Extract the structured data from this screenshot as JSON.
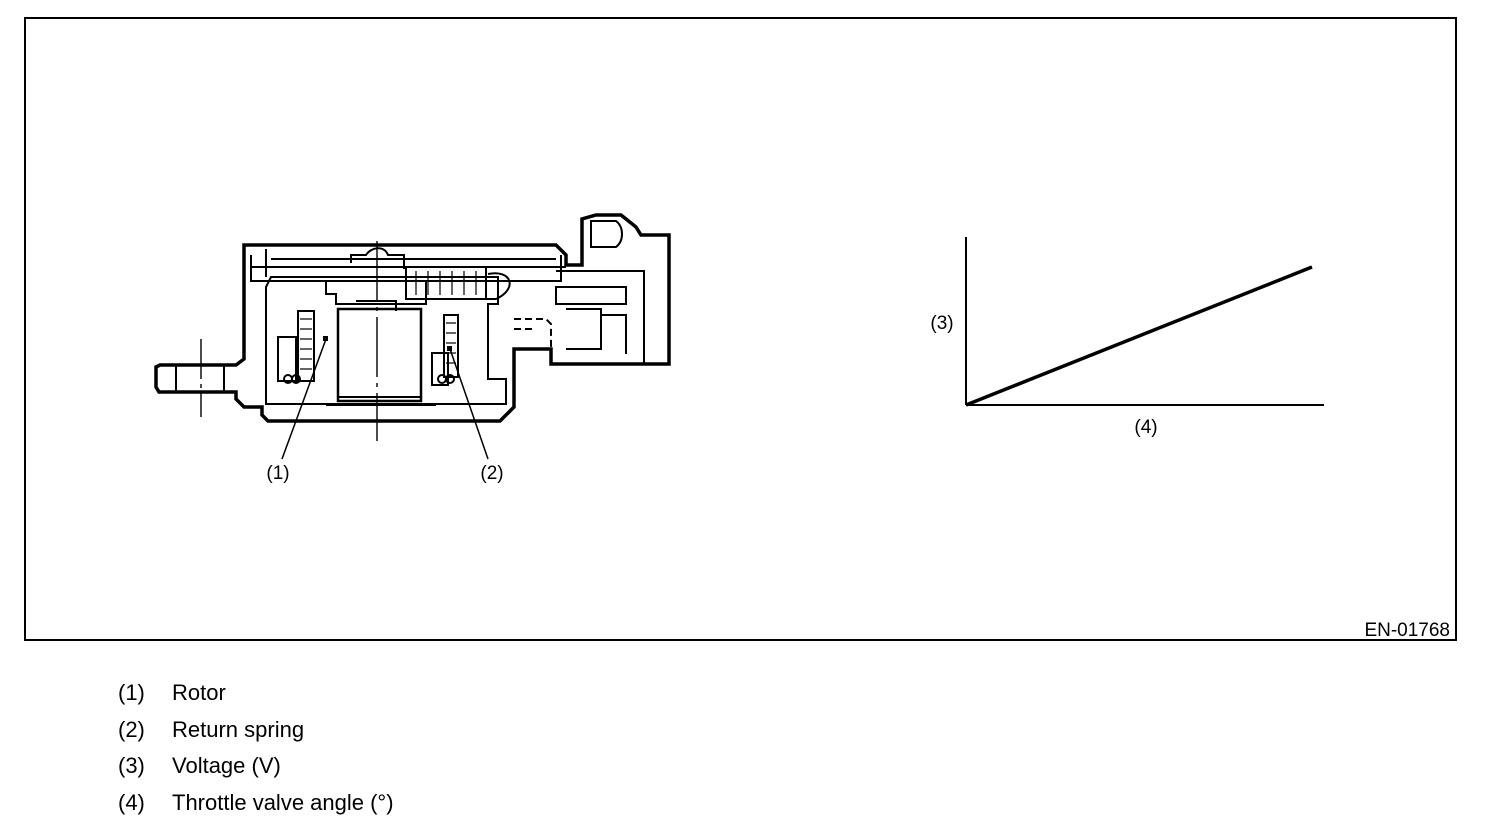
{
  "figure": {
    "code": "EN-01768",
    "callouts": {
      "rotor": "(1)",
      "return_spring": "(2)",
      "voltage": "(3)",
      "angle": "(4)"
    }
  },
  "legend": [
    {
      "num": "(1)",
      "label": "Rotor"
    },
    {
      "num": "(2)",
      "label": "Return spring"
    },
    {
      "num": "(3)",
      "label": "Voltage (V)"
    },
    {
      "num": "(4)",
      "label": "Throttle valve angle (°)"
    }
  ]
}
